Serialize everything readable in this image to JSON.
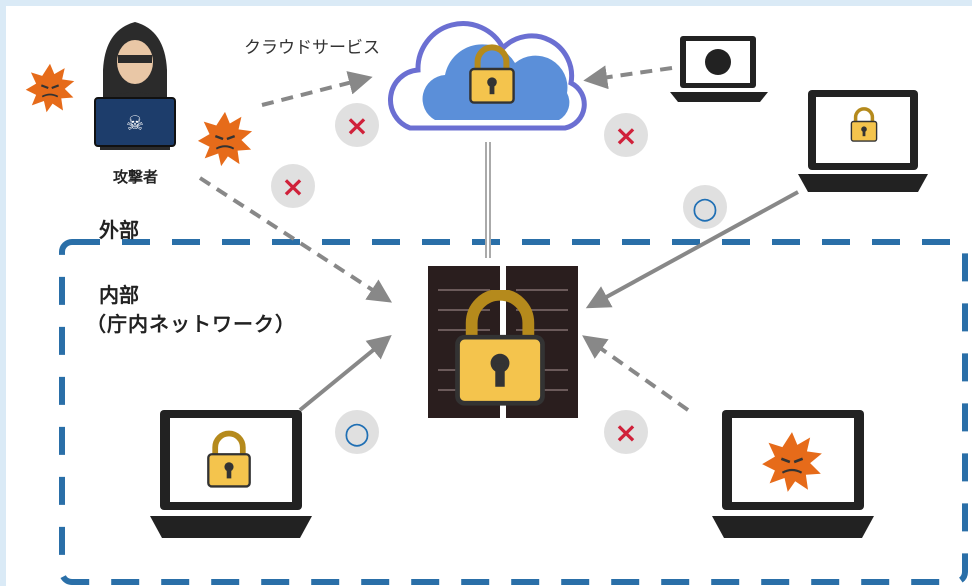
{
  "labels": {
    "cloud_service": "クラウドサービス",
    "attacker": "攻撃者",
    "external": "外部",
    "internal": "内部",
    "internal_detail": "（庁内ネットワーク）"
  },
  "symbols": {
    "allowed": "○",
    "denied": "×"
  },
  "colors": {
    "zone_border": "#2a6fa8",
    "denied_mark": "#d0213a",
    "allowed_mark": "#1f6fb4",
    "lock_body": "#f4c44d",
    "virus": "#e66b1a",
    "cloud": "#5b8fd9",
    "arrow": "#888888"
  }
}
